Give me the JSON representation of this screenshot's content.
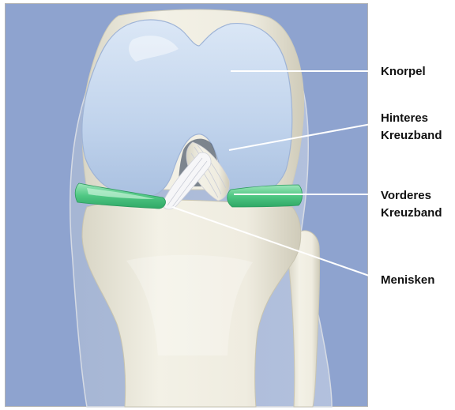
{
  "labels": {
    "knorpel": [
      "Knorpel"
    ],
    "hinteres_kreuzband": [
      "Hinteres",
      "Kreuzband"
    ],
    "vorderes_kreuzband": [
      "Vorderes",
      "Kreuzband"
    ],
    "menisken": [
      "Menisken"
    ]
  },
  "colors": {
    "background": "#8ea3cf",
    "cartilage": "#c4d6ee",
    "meniscus": "#5fcf8e",
    "bone": "#ece9dc",
    "ligament": "#f4f4f6",
    "leader_line": "#ffffff",
    "label_text": "#111111"
  }
}
